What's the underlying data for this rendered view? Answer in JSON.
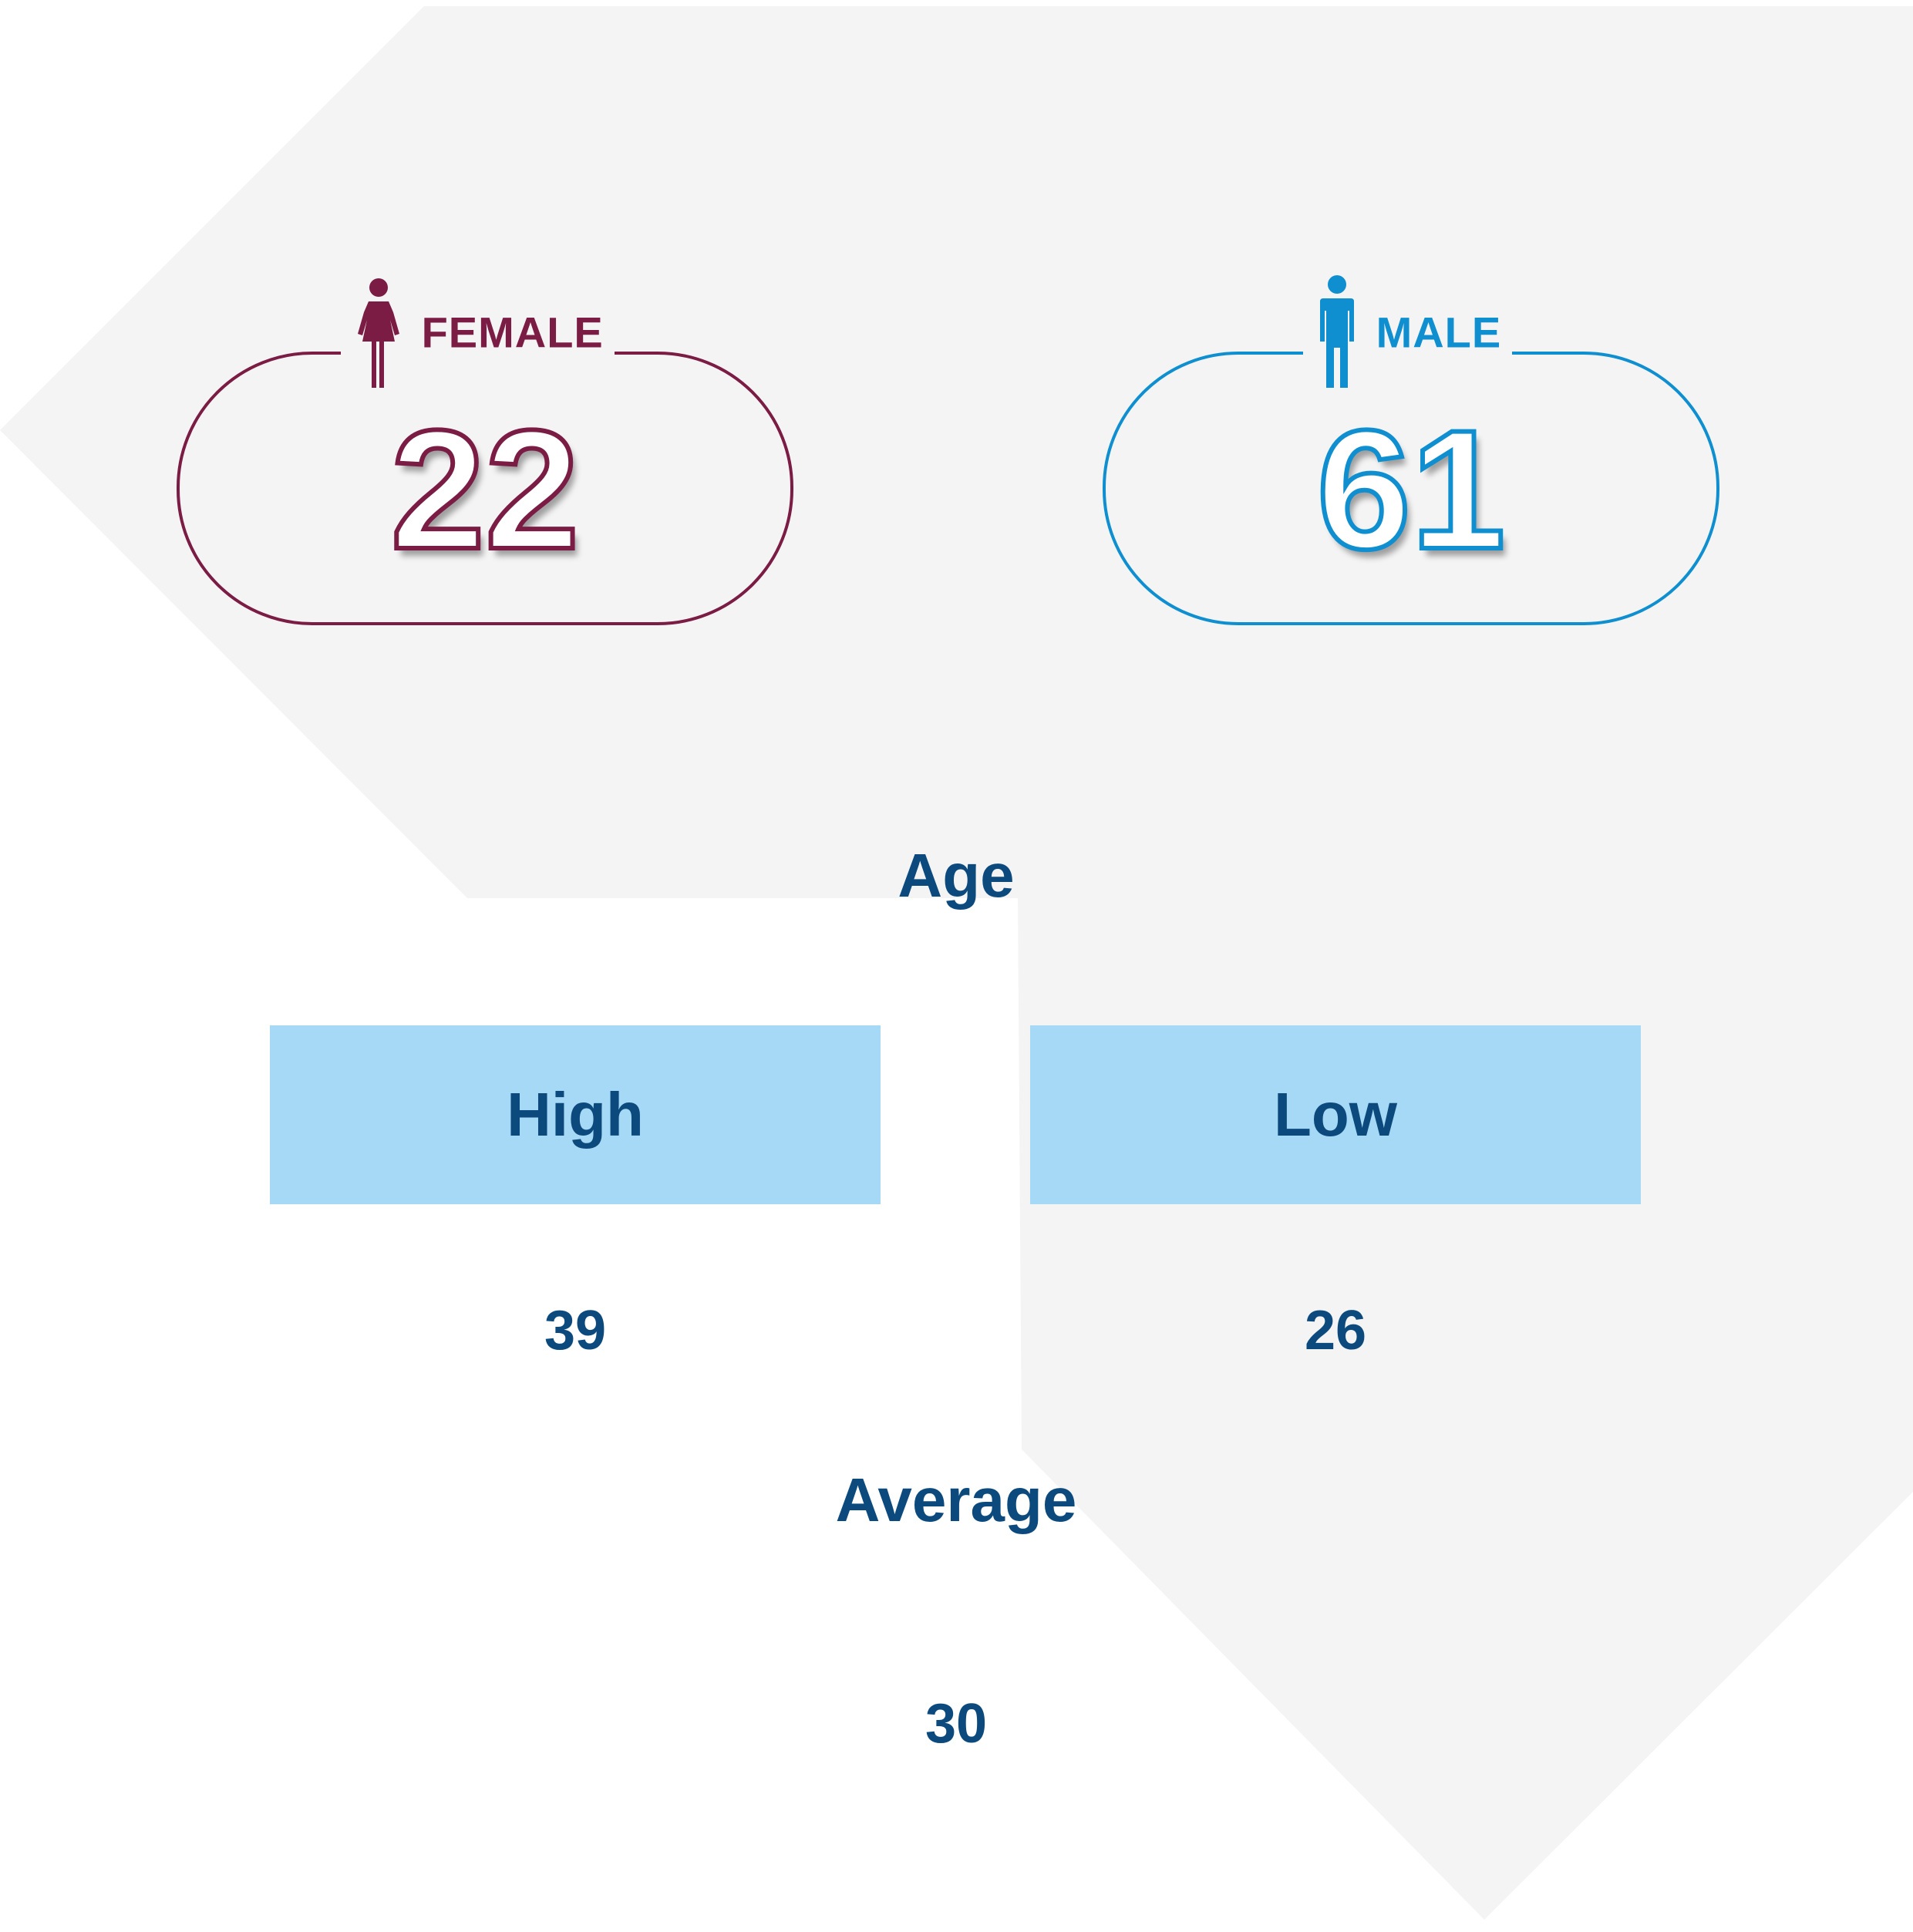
{
  "colors": {
    "female": "#7a1c44",
    "male": "#0f8fd0",
    "heading": "#0c4a7e",
    "box_fill": "#a5d9f5",
    "background_shape": "#f4f4f4"
  },
  "female": {
    "label": "FEMALE",
    "count": "22",
    "icon": "female-person-icon"
  },
  "male": {
    "label": "MALE",
    "count": "61",
    "icon": "male-person-icon"
  },
  "age": {
    "title": "Age",
    "high_label": "High",
    "low_label": "Low",
    "high_value": "39",
    "low_value": "26",
    "average_label": "Average",
    "average_value": "30"
  }
}
